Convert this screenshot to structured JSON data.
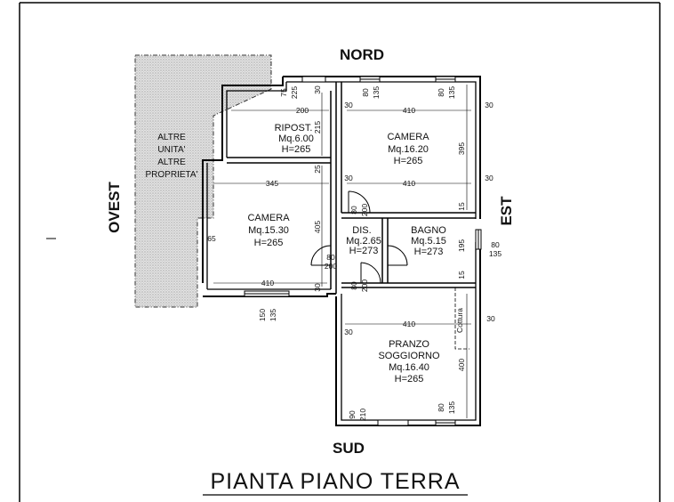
{
  "compass": {
    "north": "NORD",
    "south": "SUD",
    "east": "EST",
    "west": "OVEST"
  },
  "title": "PIANTA PIANO TERRA",
  "neighbour": [
    "ALTRE",
    "UNITA'",
    "ALTRE",
    "PROPRIETA'"
  ],
  "rooms": {
    "ripostiglio": {
      "name": "RIPOST.",
      "area": "Mq.6.00",
      "height": "H=265"
    },
    "camera_nord": {
      "name": "CAMERA",
      "area": "Mq.16.20",
      "height": "H=265"
    },
    "camera_ovest": {
      "name": "CAMERA",
      "area": "Mq.15.30",
      "height": "H=265"
    },
    "disimpegno": {
      "name": "DIS.",
      "area": "Mq.2.65",
      "height": "H=273"
    },
    "bagno": {
      "name": "BAGNO",
      "area": "Mq.5.15",
      "height": "H=273"
    },
    "soggiorno": {
      "name_1": "PRANZO",
      "name_2": "SOGGIORNO",
      "area": "Mq.16.40",
      "height": "H=265"
    },
    "cottura": "Cottura"
  },
  "dims": {
    "d_75": "75",
    "d_225": "225",
    "d_30_a": "30",
    "d_200_top": "200",
    "d_215": "215",
    "d_30_b": "30",
    "d_410_a": "410",
    "d_395": "395",
    "d_30_c": "30",
    "d_80_a": "80",
    "d_135_a": "135",
    "d_80_b": "80",
    "d_135_b": "135",
    "d_25": "25",
    "d_345": "345",
    "d_30_d": "30",
    "d_410_b": "410",
    "d_30_e": "30",
    "d_80_c": "80",
    "d_200_c": "200",
    "d_15_a": "15",
    "d_405": "405",
    "d_65": "65",
    "d_195": "195",
    "d_80_east": "80",
    "d_135_east": "135",
    "d_80_d": "80",
    "d_200_d": "200",
    "d_15_b": "15",
    "d_410_c": "410",
    "d_30_f": "30",
    "d_80_e": "80",
    "d_200_e": "200",
    "d_150": "150",
    "d_135_c": "135",
    "d_410_d": "410",
    "d_30_g": "30",
    "d_30_h": "30",
    "d_400": "400",
    "d_90": "90",
    "d_210": "210",
    "d_80_f": "80",
    "d_135_f": "135"
  }
}
